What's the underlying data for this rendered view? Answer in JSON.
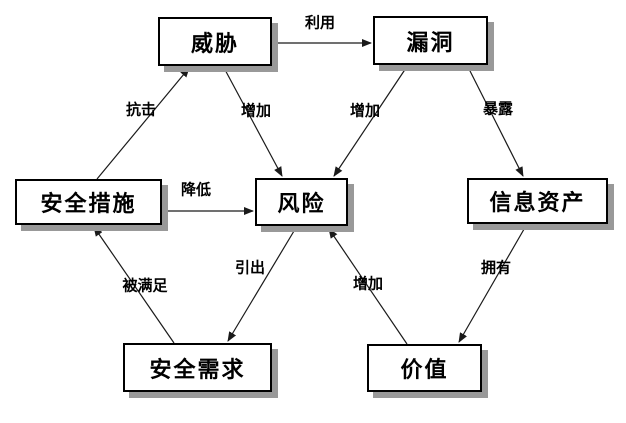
{
  "diagram": {
    "nodes": [
      {
        "id": "threat",
        "label": "威胁"
      },
      {
        "id": "vulnerability",
        "label": "漏洞"
      },
      {
        "id": "security-measures",
        "label": "安全措施"
      },
      {
        "id": "risk",
        "label": "风险"
      },
      {
        "id": "information-assets",
        "label": "信息资产"
      },
      {
        "id": "security-requirements",
        "label": "安全需求"
      },
      {
        "id": "value",
        "label": "价值"
      }
    ],
    "edges": [
      {
        "from": "威胁",
        "to": "漏洞",
        "label": "利用"
      },
      {
        "from": "安全措施",
        "to": "威胁",
        "label": "抗击"
      },
      {
        "from": "威胁",
        "to": "风险",
        "label": "增加"
      },
      {
        "from": "漏洞",
        "to": "风险",
        "label": "增加"
      },
      {
        "from": "漏洞",
        "to": "信息资产",
        "label": "暴露"
      },
      {
        "from": "安全措施",
        "to": "风险",
        "label": "降低"
      },
      {
        "from": "安全需求",
        "to": "安全措施",
        "label": "被满足"
      },
      {
        "from": "风险",
        "to": "安全需求",
        "label": "引出"
      },
      {
        "from": "价值",
        "to": "风险",
        "label": "增加"
      },
      {
        "from": "信息资产",
        "to": "价值",
        "label": "拥有"
      }
    ],
    "colors": {
      "background": "#ffffff",
      "node_fill": "#ffffff",
      "node_border": "#000000",
      "node_shadow": "#999999",
      "line": "#1a1a1a",
      "text": "#000000"
    }
  }
}
